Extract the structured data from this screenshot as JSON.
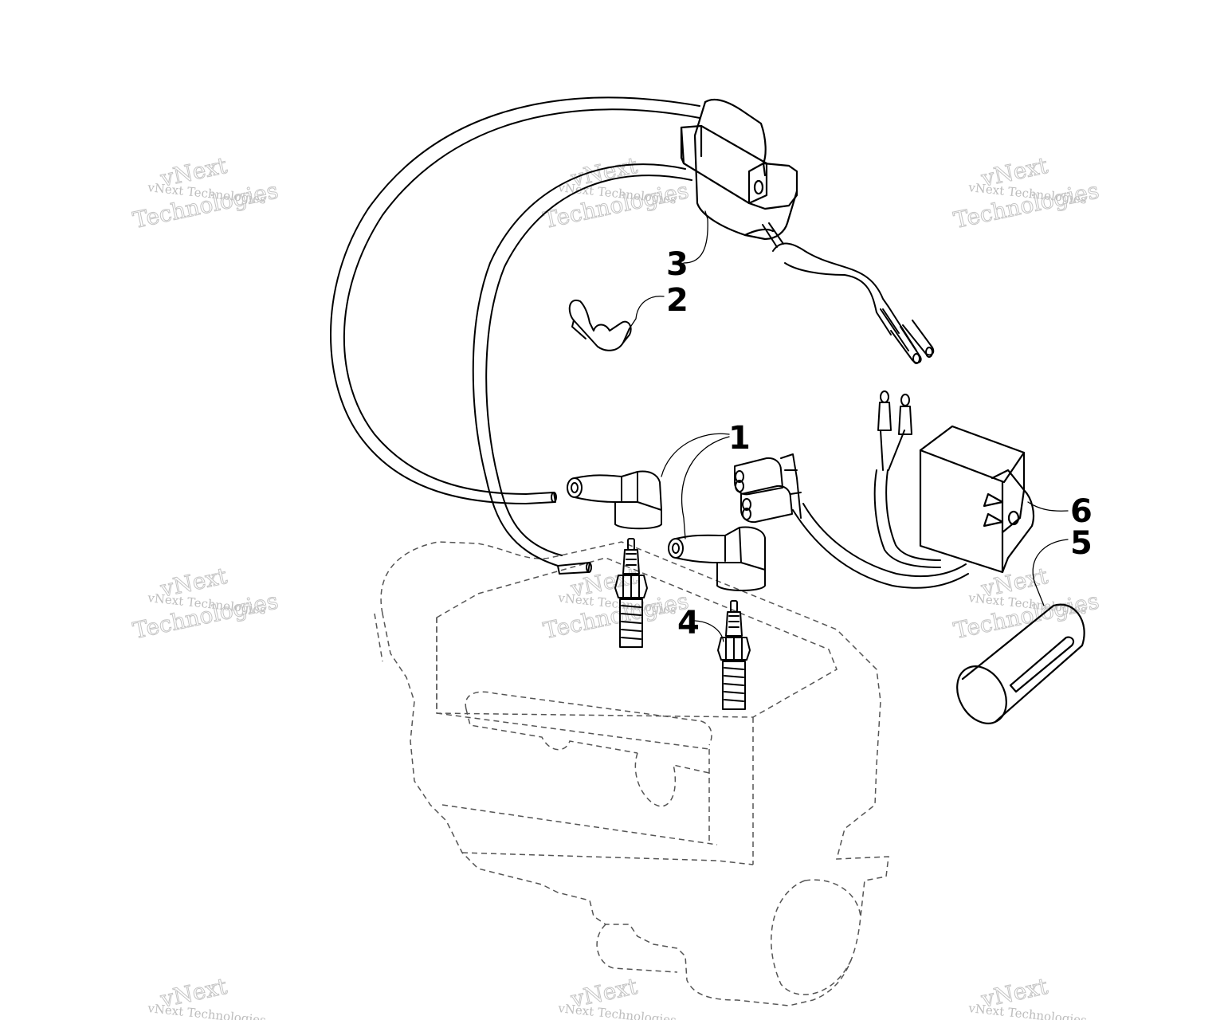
{
  "watermark": {
    "line_small": "vNext Technologies",
    "line_big_1": "vNext",
    "line_big_2": "Technologies"
  },
  "callouts": {
    "c1": "1",
    "c2": "2",
    "c3": "3",
    "c4": "4",
    "c5": "5",
    "c6": "6"
  },
  "colors": {
    "line": "#000000",
    "ghost": "#555555",
    "watermark": "#c4c4c4"
  }
}
